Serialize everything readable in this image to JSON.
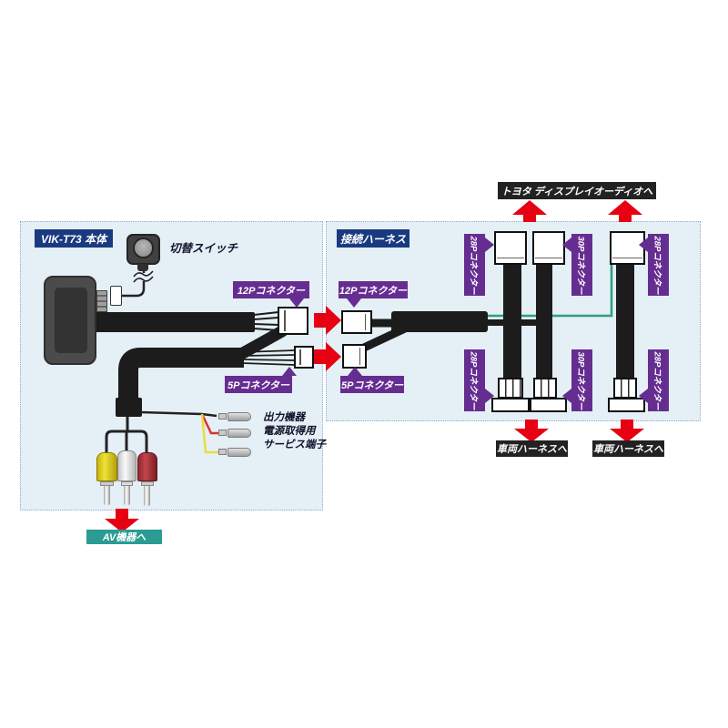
{
  "colors": {
    "panel-bg": "#e4eff6",
    "panel-border": "#8fb0c8",
    "navy": "#1a3a80",
    "purple": "#662d91",
    "red": "#e60012",
    "teal": "#2a9c93",
    "green-wire": "#2f9e7c",
    "cable-black": "#1c1c1c"
  },
  "left_panel": {
    "title": "VIK-T73 本体",
    "switch_label": "切替スイッチ",
    "labels": {
      "connector_12p": "12Pコネクター",
      "connector_5p": "5Pコネクター"
    },
    "service_note": {
      "line1": "出力機器",
      "line2": "電源取得用",
      "line3": "サービス端子"
    },
    "av_destination": "AV機器へ"
  },
  "right_panel": {
    "title": "接続ハーネス",
    "labels": {
      "connector_12p": "12Pコネクター",
      "connector_5p": "5Pコネクター"
    },
    "top_destination": "トヨタ ディスプレイオーディオへ",
    "bottom_destinations": [
      "車両ハーネスへ",
      "車両ハーネスへ"
    ],
    "top_connector_labels": [
      "28Pコネクター",
      "30Pコネクター",
      "28Pコネクター"
    ],
    "bottom_connector_labels": [
      "28Pコネクター",
      "30Pコネクター",
      "28Pコネクター"
    ]
  }
}
